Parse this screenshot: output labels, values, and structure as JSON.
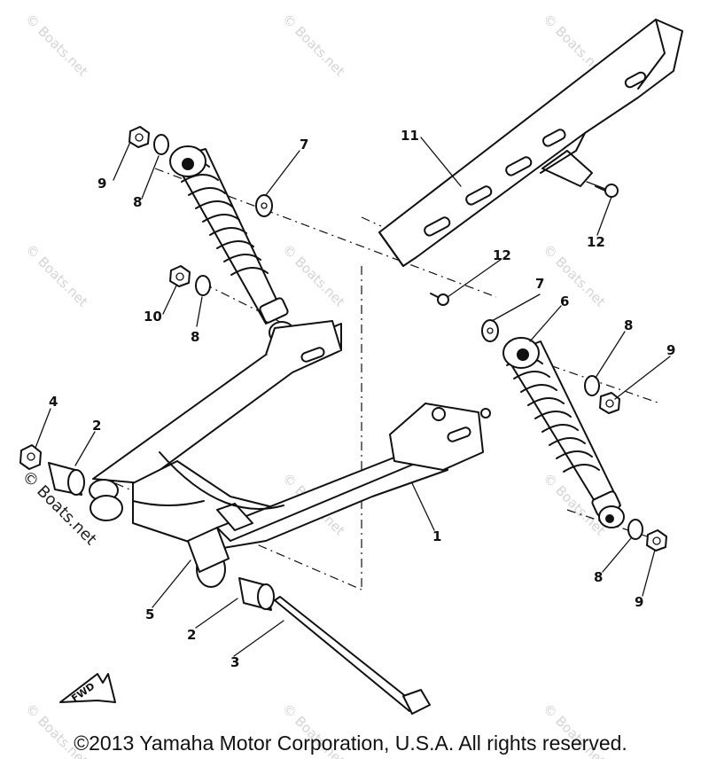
{
  "callouts": [
    {
      "id": "c9a",
      "text": "9"
    },
    {
      "id": "c8a",
      "text": "8"
    },
    {
      "id": "c7a",
      "text": "7"
    },
    {
      "id": "c10",
      "text": "10"
    },
    {
      "id": "c8b",
      "text": "8"
    },
    {
      "id": "c11",
      "text": "11"
    },
    {
      "id": "c12a",
      "text": "12"
    },
    {
      "id": "c12b",
      "text": "12"
    },
    {
      "id": "c7b",
      "text": "7"
    },
    {
      "id": "c6",
      "text": "6"
    },
    {
      "id": "c8c",
      "text": "8"
    },
    {
      "id": "c9b",
      "text": "9"
    },
    {
      "id": "c4",
      "text": "4"
    },
    {
      "id": "c2a",
      "text": "2"
    },
    {
      "id": "c1",
      "text": "1"
    },
    {
      "id": "c5",
      "text": "5"
    },
    {
      "id": "c2b",
      "text": "2"
    },
    {
      "id": "c3",
      "text": "3"
    },
    {
      "id": "c8d",
      "text": "8"
    },
    {
      "id": "c9c",
      "text": "9"
    }
  ],
  "fwd_label": "FWD",
  "watermark": "© Boats.net",
  "copyright": "©2013 Yamaha Motor Corporation, U.S.A. All rights reserved."
}
